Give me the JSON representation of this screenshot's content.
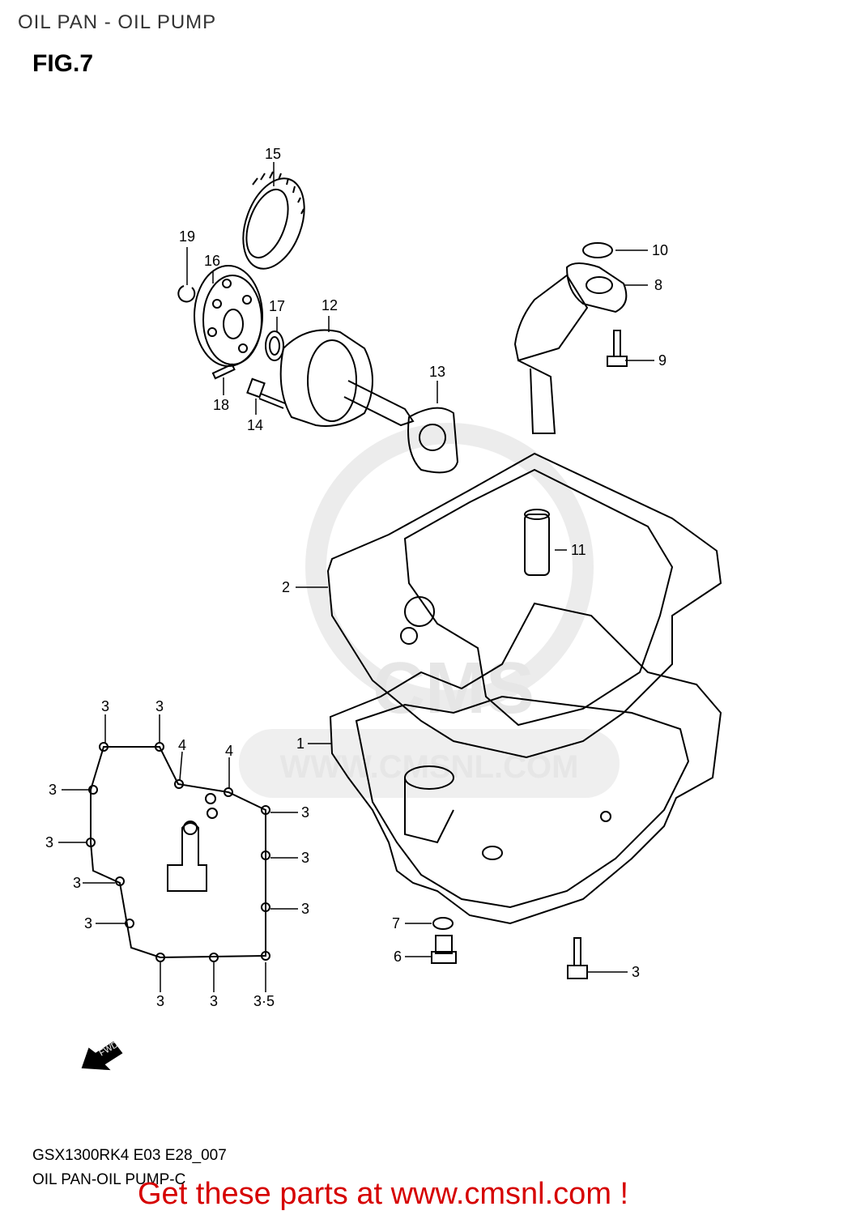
{
  "header": {
    "title": "OIL PAN - OIL PUMP"
  },
  "figure": {
    "label": "FIG.7"
  },
  "watermark": {
    "brand": "CMS",
    "site": "WWW.CMSNL.COM"
  },
  "callouts": {
    "c1": "1",
    "c2": "2",
    "c3": "3",
    "c35": "3·5",
    "c4": "4",
    "c6": "6",
    "c7": "7",
    "c8": "8",
    "c9": "9",
    "c10": "10",
    "c11": "11",
    "c12": "12",
    "c13": "13",
    "c14": "14",
    "c15": "15",
    "c16": "16",
    "c17": "17",
    "c18": "18",
    "c19": "19"
  },
  "fwd_label": "FWD",
  "footer": {
    "model_code": "GSX1300RK4 E03 E28_007",
    "diagram_name": "OIL PAN-OIL PUMP-C",
    "promo": "Get these parts at www.cmsnl.com !"
  },
  "colors": {
    "promo": "#d60000",
    "line": "#000000",
    "watermark": "#e6e6e6"
  }
}
